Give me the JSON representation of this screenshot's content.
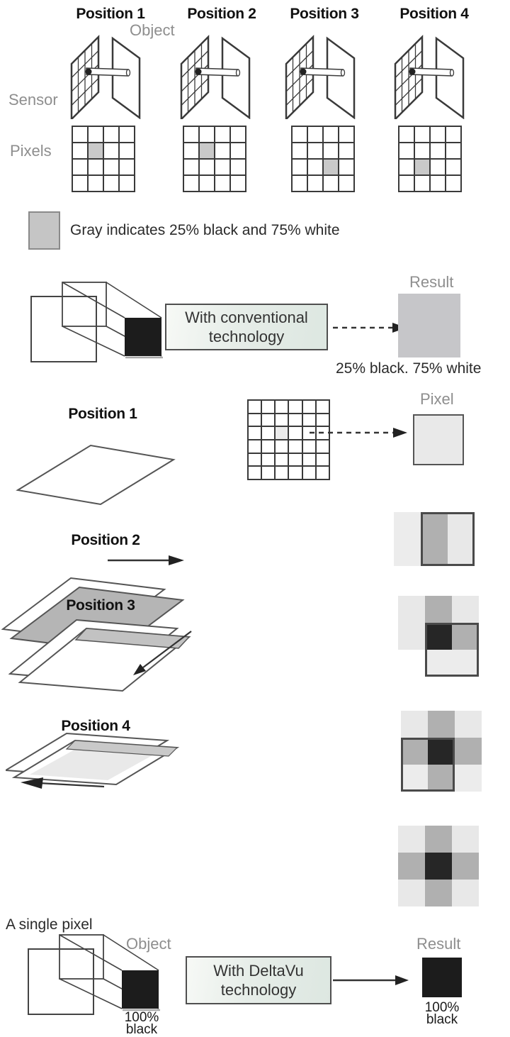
{
  "colors": {
    "gray_cell": "#c9c9c9",
    "light_cell": "#ececec",
    "result_gray": "#c6c6c9",
    "plane_gray": "#b5b5b5",
    "mosaic": {
      "L": "#e8e8e8",
      "LL": "#ececec",
      "M": "#b0b0b0",
      "B": "#262626",
      "W": "transparent"
    }
  },
  "top": {
    "position_labels": [
      "Position 1",
      "Position 2",
      "Position 3",
      "Position 4"
    ],
    "object_label": "Object",
    "sensor_label": "Sensor",
    "pixels_label": "Pixels",
    "pixel_grids": [
      {
        "rows": 4,
        "cols": 4,
        "gray_row": 1,
        "gray_col": 1
      },
      {
        "rows": 4,
        "cols": 4,
        "gray_row": 1,
        "gray_col": 1
      },
      {
        "rows": 4,
        "cols": 4,
        "gray_row": 2,
        "gray_col": 2
      },
      {
        "rows": 4,
        "cols": 4,
        "gray_row": 2,
        "gray_col": 1
      }
    ]
  },
  "legend": {
    "text": "Gray indicates 25% black and 75% white"
  },
  "conventional": {
    "box_line1": "With conventional",
    "box_line2": "technology",
    "result_label": "Result",
    "result_caption": "25% black. 75% white"
  },
  "sequence": {
    "p1_label": "Position 1",
    "p2_label": "Position 2",
    "p3_label": "Position 3",
    "p4_label": "Position 4",
    "pixel_label": "Pixel",
    "sensor_grid": {
      "rows": 6,
      "cols": 6,
      "gray_row": 2,
      "gray_col": 2
    }
  },
  "mosaics": {
    "p2": {
      "cells": [
        [
          "LL",
          "M",
          "L"
        ],
        [
          "LL",
          "M",
          "L"
        ]
      ],
      "border": {
        "col": 1,
        "row": 0,
        "cols": 2,
        "rows": 2
      }
    },
    "p3": {
      "cells": [
        [
          "L",
          "M",
          "L"
        ],
        [
          "L",
          "B",
          "M"
        ],
        [
          "W",
          "LL",
          "LL"
        ]
      ],
      "border": {
        "col": 1,
        "row": 1,
        "cols": 2,
        "rows": 2
      }
    },
    "p4": {
      "cells": [
        [
          "L",
          "M",
          "L"
        ],
        [
          "M",
          "B",
          "M"
        ],
        [
          "LL",
          "M",
          "LL"
        ]
      ],
      "border": {
        "col": 0,
        "row": 1,
        "cols": 2,
        "rows": 2
      }
    },
    "final": {
      "cells": [
        [
          "L",
          "M",
          "L"
        ],
        [
          "M",
          "B",
          "M"
        ],
        [
          "L",
          "M",
          "L"
        ]
      ],
      "border": null
    }
  },
  "deltavu": {
    "single_pixel_label": "A single pixel",
    "object_label": "Object",
    "object_caption1": "100%",
    "object_caption2": "black",
    "box_line1": "With DeltaVu",
    "box_line2": "technology",
    "result_label": "Result",
    "result_caption1": "100%",
    "result_caption2": "black"
  }
}
